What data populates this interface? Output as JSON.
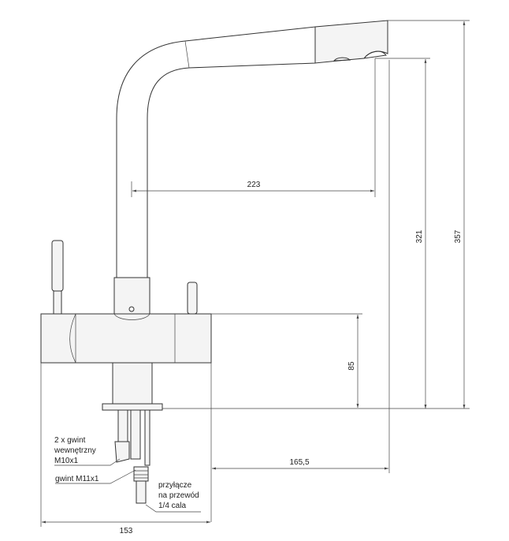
{
  "dimensions": {
    "spout_reach": "223",
    "height_spout_outlet": "321",
    "height_total": "357",
    "height_body": "85",
    "offset_connection": "165,5",
    "width_base": "153"
  },
  "notes": {
    "inner_thread_line1": "2 x gwint",
    "inner_thread_line2": "wewnętrzny",
    "inner_thread_line3": "M10x1",
    "outer_thread": "gwint M11x1",
    "connector_line1": "przyłącze",
    "connector_line2": "na przewód",
    "connector_line3": "1/4 cala"
  }
}
